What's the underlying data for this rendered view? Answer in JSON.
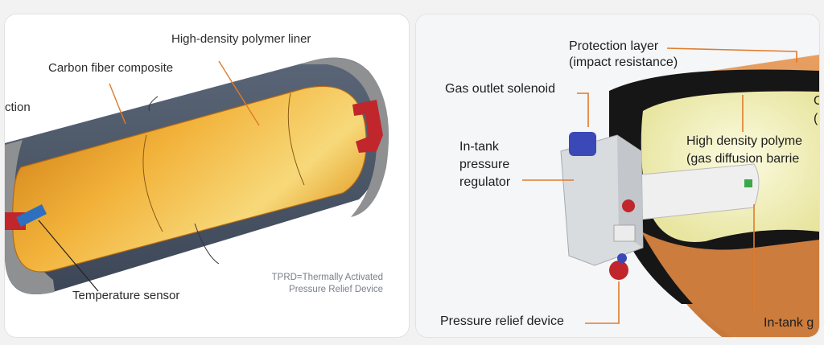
{
  "left_panel": {
    "labels": {
      "liner": "High-density polymer liner",
      "carbon": "Carbon fiber composite",
      "protection_partial": "ction",
      "temp_sensor": "Temperature sensor"
    },
    "note_line1": "TPRD=Thermally Activated",
    "note_line2": "Pressure Relief Device"
  },
  "right_panel": {
    "labels": {
      "protection_line1": "Protection layer",
      "protection_line2": "(impact resistance)",
      "gas_outlet": "Gas outlet solenoid",
      "regulator_line1": "In-tank",
      "regulator_line2": "pressure",
      "regulator_line3": "regulator",
      "hd_polymer_line1": "High density polyme",
      "hd_polymer_line2": "(gas diffusion barrie",
      "prd": "Pressure relief device",
      "in_tank_partial": "In-tank g",
      "edge_c": "C",
      "edge_paren": "("
    }
  },
  "colors": {
    "leader_line": "#e07b2a",
    "liner_fill": "#f2b23a",
    "shell_fill": "#4a5566",
    "cap_fill": "#8f9091",
    "valve_red": "#c0262b",
    "right_protection": "#d98a4a",
    "right_black": "#161616",
    "right_liner": "#f4f2b8"
  }
}
